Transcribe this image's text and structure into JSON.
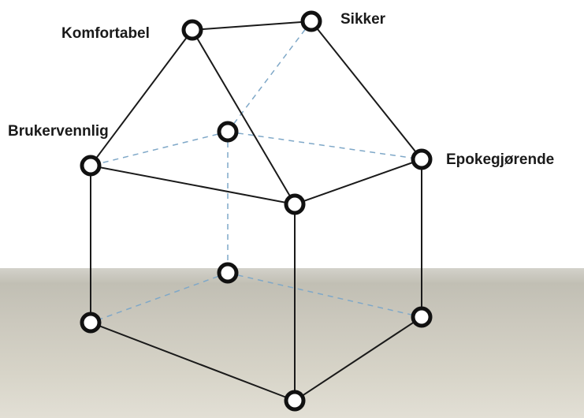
{
  "labels": {
    "komfortabel": "Komfortabel",
    "sikker": "Sikker",
    "brukervennlig": "Brukervennlig",
    "epokegjorende": "Epokegjørende"
  },
  "colors": {
    "solid_edge": "#1a1a1a",
    "dashed_edge": "#7fa8c8",
    "vertex_stroke": "#111111",
    "vertex_fill": "#ffffff"
  }
}
